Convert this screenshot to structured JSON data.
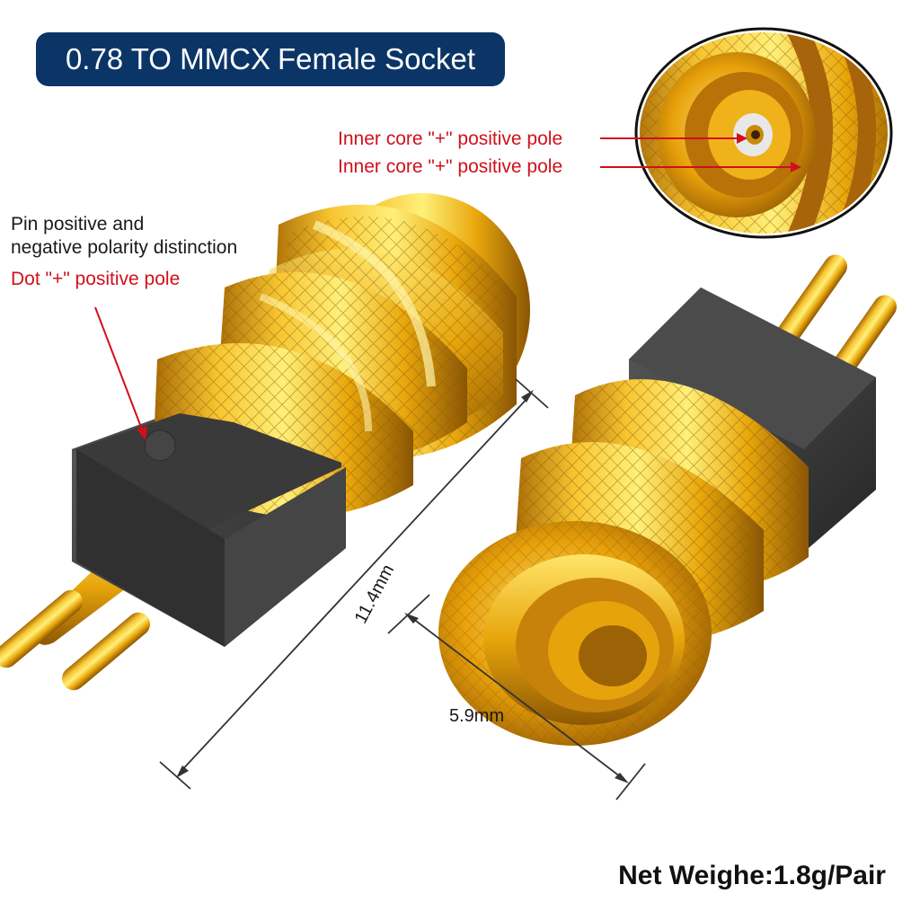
{
  "title": {
    "part1": "0.78 TO MMCX",
    "part2": "Female Socket"
  },
  "inset_labels": {
    "inner_core_1": "Inner core \"+\" positive pole",
    "inner_core_2": "Inner core \"+\" positive pole"
  },
  "polarity_labels": {
    "line1": "Pin positive and",
    "line2": "negative polarity distinction",
    "dot_positive": "Dot \"+\" positive pole"
  },
  "dimensions": {
    "length": "11.4mm",
    "width": "5.9mm"
  },
  "net_weight": "Net Weighe:1.8g/Pair",
  "colors": {
    "banner": "#0b3566",
    "gold": "#f2b705",
    "gold_dark": "#b8780a",
    "body_dark": "#3b3b3b",
    "red_text": "#d0101c"
  }
}
